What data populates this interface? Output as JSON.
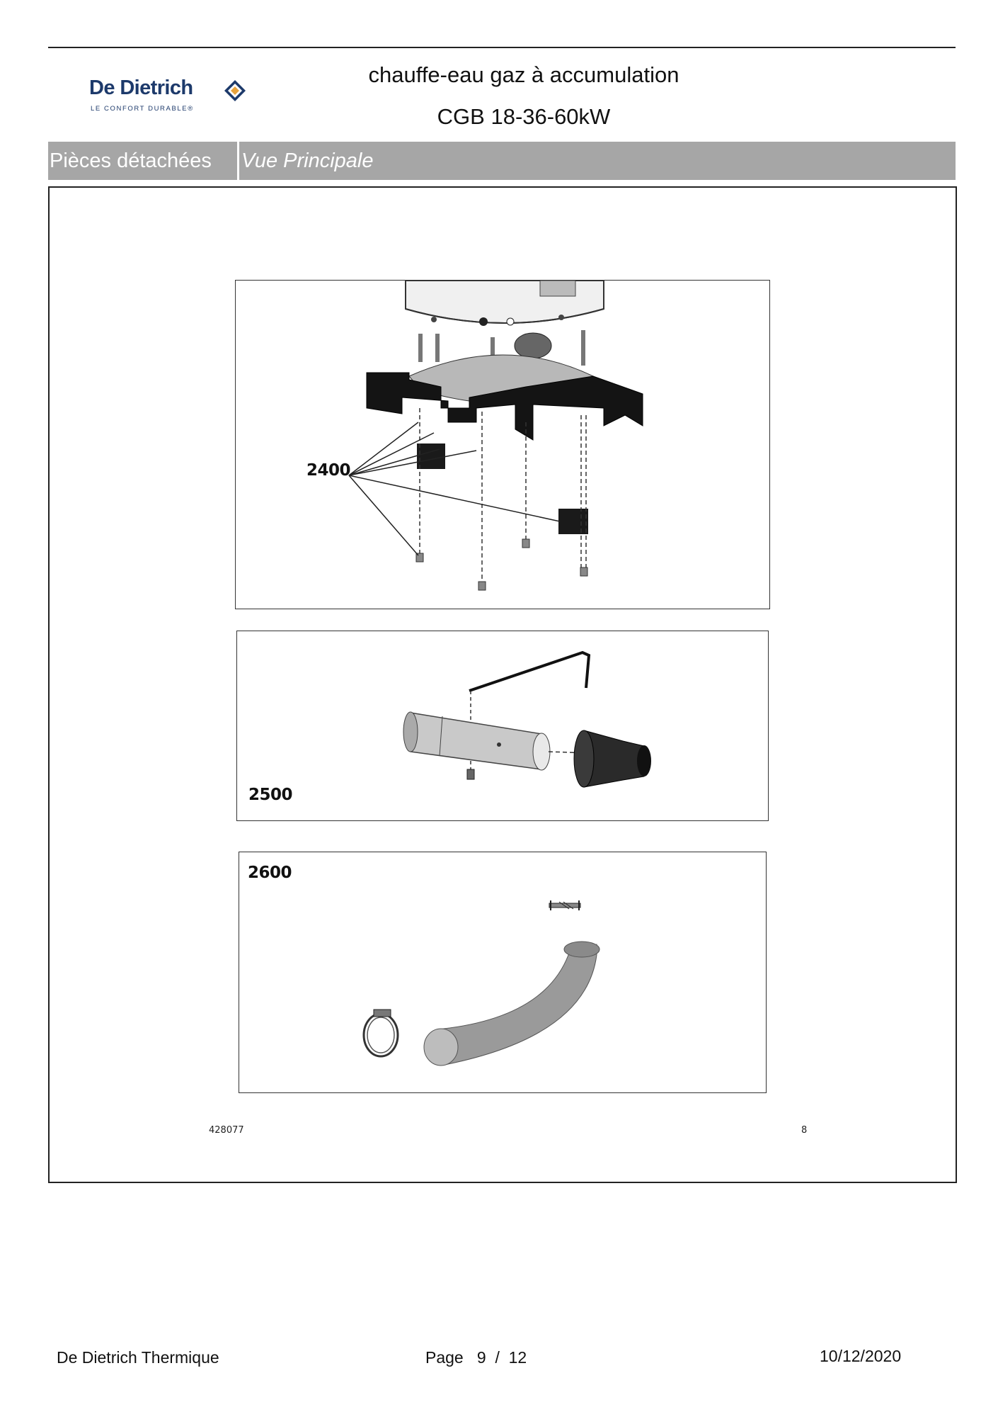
{
  "header": {
    "logo_name": "De Dietrich",
    "logo_tagline": "LE CONFORT DURABLE®",
    "title": "chauffe-eau gaz à accumulation",
    "subtitle": "CGB 18-36-60kW"
  },
  "section_bar": {
    "category": "Pièces détachées",
    "view": "Vue Principale"
  },
  "figure": {
    "panels": [
      {
        "label": "2400"
      },
      {
        "label": "2500"
      },
      {
        "label": "2600"
      }
    ],
    "reference": "428077",
    "page_number": "8"
  },
  "footer": {
    "company": "De Dietrich Thermique",
    "page_word": "Page",
    "page_current": "9",
    "page_separator": "/",
    "page_total": "12",
    "date": "10/12/2020"
  },
  "colors": {
    "brand_blue": "#1d3a6b",
    "brand_orange": "#e8a33d",
    "section_bar": "#a6a6a6"
  }
}
